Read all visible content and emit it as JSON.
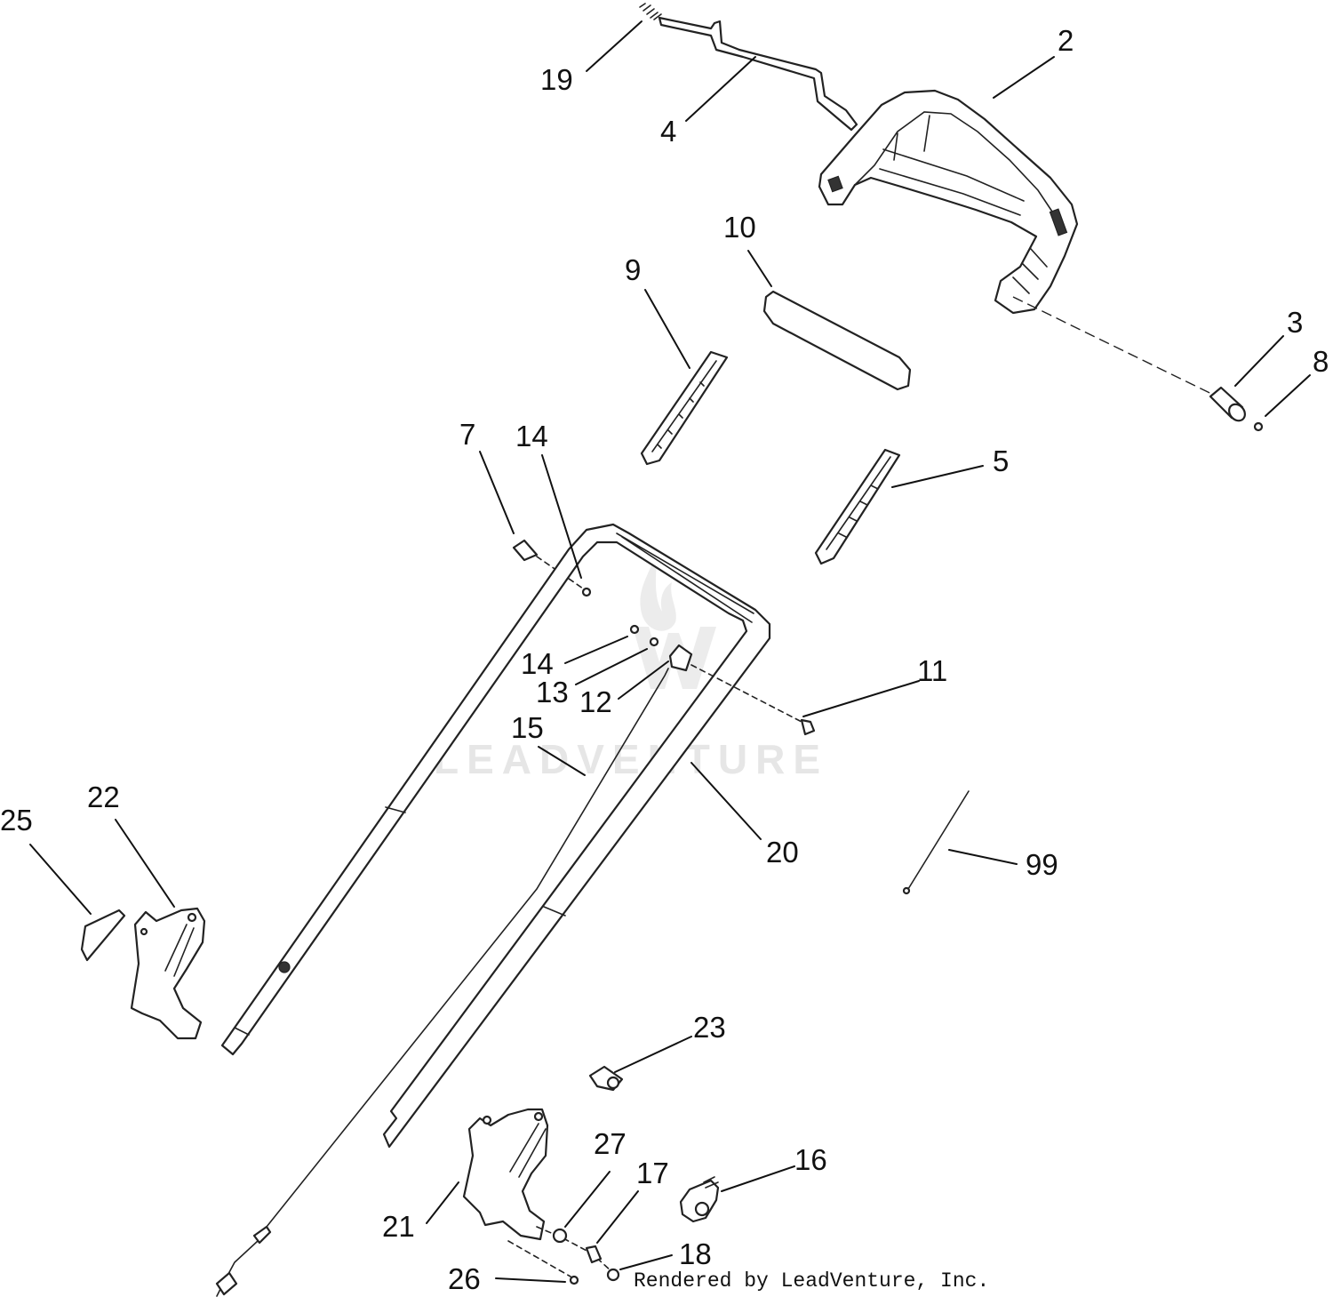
{
  "watermark": {
    "text": "LEADVENTURE"
  },
  "credit": "Rendered by LeadVenture, Inc.",
  "callouts": [
    {
      "id": "19",
      "label": "19"
    },
    {
      "id": "4",
      "label": "4"
    },
    {
      "id": "2",
      "label": "2"
    },
    {
      "id": "10",
      "label": "10"
    },
    {
      "id": "9",
      "label": "9"
    },
    {
      "id": "3",
      "label": "3"
    },
    {
      "id": "8",
      "label": "8"
    },
    {
      "id": "7",
      "label": "7"
    },
    {
      "id": "14a",
      "label": "14"
    },
    {
      "id": "5",
      "label": "5"
    },
    {
      "id": "14b",
      "label": "14"
    },
    {
      "id": "13",
      "label": "13"
    },
    {
      "id": "12",
      "label": "12"
    },
    {
      "id": "11",
      "label": "11"
    },
    {
      "id": "15",
      "label": "15"
    },
    {
      "id": "22",
      "label": "22"
    },
    {
      "id": "25",
      "label": "25"
    },
    {
      "id": "20",
      "label": "20"
    },
    {
      "id": "99",
      "label": "99"
    },
    {
      "id": "23",
      "label": "23"
    },
    {
      "id": "27",
      "label": "27"
    },
    {
      "id": "16",
      "label": "16"
    },
    {
      "id": "17",
      "label": "17"
    },
    {
      "id": "21",
      "label": "21"
    },
    {
      "id": "18",
      "label": "18"
    },
    {
      "id": "26",
      "label": "26"
    }
  ]
}
